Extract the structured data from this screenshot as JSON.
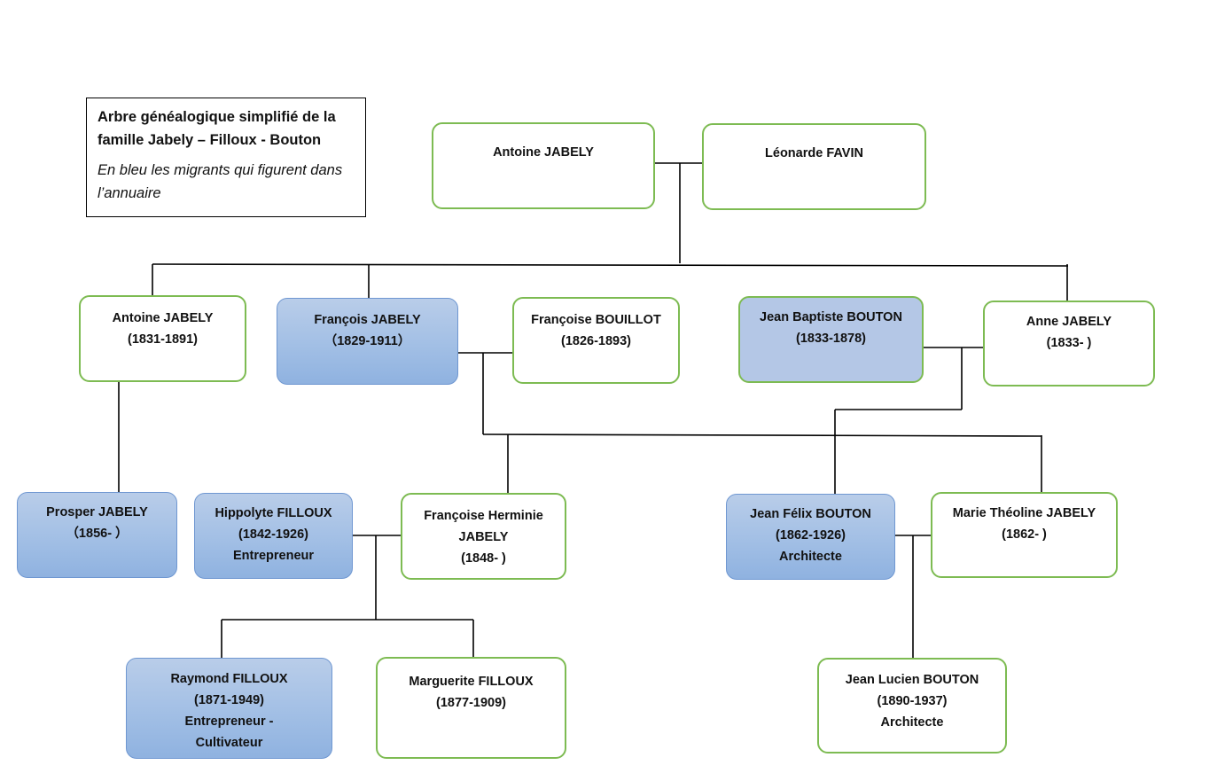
{
  "legend": {
    "title": "Arbre généalogique simplifié de la famille Jabely – Filloux - Bouton",
    "note": "En bleu les migrants qui figurent dans l’annuaire"
  },
  "people": {
    "antoine_jabely_root": {
      "lines": [
        "Antoine JABELY"
      ],
      "migrant": false
    },
    "leonarde_favin": {
      "lines": [
        "Léonarde FAVIN"
      ],
      "migrant": false
    },
    "antoine_jabely": {
      "lines": [
        "Antoine JABELY",
        "(1831-1891)"
      ],
      "migrant": false
    },
    "francois_jabely": {
      "lines": [
        "François JABELY",
        "（1829-1911）"
      ],
      "migrant": true
    },
    "francoise_bouillot": {
      "lines": [
        "Françoise BOUILLOT",
        "(1826-1893)"
      ],
      "migrant": false
    },
    "jean_baptiste_bouton": {
      "lines": [
        "Jean Baptiste BOUTON",
        "(1833-1878)"
      ],
      "migrant": true
    },
    "anne_jabely": {
      "lines": [
        "Anne JABELY",
        "(1833-   )"
      ],
      "migrant": false
    },
    "prosper_jabely": {
      "lines": [
        "Prosper JABELY",
        "（1856-   ）"
      ],
      "migrant": true
    },
    "hippolyte_filloux": {
      "lines": [
        "Hippolyte FILLOUX",
        "(1842-1926)",
        "Entrepreneur"
      ],
      "migrant": true
    },
    "francoise_herminie_jabely": {
      "lines": [
        "Françoise Herminie",
        "JABELY",
        "(1848-    )"
      ],
      "migrant": false
    },
    "jean_felix_bouton": {
      "lines": [
        "Jean Félix BOUTON",
        "(1862-1926)",
        "Architecte"
      ],
      "migrant": true
    },
    "marie_theoline_jabely": {
      "lines": [
        "Marie Théoline JABELY",
        "(1862-   )"
      ],
      "migrant": false
    },
    "raymond_filloux": {
      "lines": [
        "Raymond FILLOUX",
        "(1871-1949)",
        "Entrepreneur -",
        "Cultivateur"
      ],
      "migrant": true
    },
    "marguerite_filloux": {
      "lines": [
        "Marguerite FILLOUX",
        "(1877-1909)"
      ],
      "migrant": false
    },
    "jean_lucien_bouton": {
      "lines": [
        "Jean Lucien BOUTON",
        "(1890-1937)",
        "Architecte"
      ],
      "migrant": false
    }
  },
  "colors": {
    "migrant_fill": "#a2bfe5",
    "migrant_border": "#6f97d1",
    "non_migrant_border": "#7dbb52",
    "connector": "#000000"
  }
}
